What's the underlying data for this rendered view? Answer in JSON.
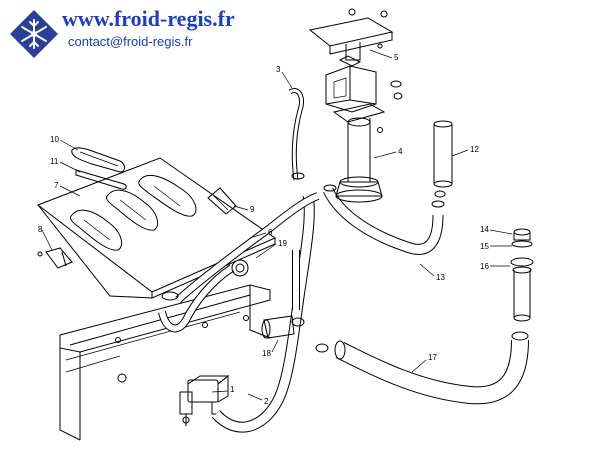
{
  "header": {
    "site_url": "www.froid-regis.fr",
    "contact": "contact@froid-regis.fr"
  },
  "colors": {
    "brand_blue": "#1a3cc8",
    "logo_blue": "#2a3f9a"
  },
  "icons": {
    "logo": "snowflake-diamond-icon"
  },
  "callouts": [
    {
      "id": "c1",
      "label": "1"
    },
    {
      "id": "c2",
      "label": "2"
    },
    {
      "id": "c3",
      "label": "3"
    },
    {
      "id": "c4",
      "label": "4"
    },
    {
      "id": "c5",
      "label": "5"
    },
    {
      "id": "c6",
      "label": "6"
    },
    {
      "id": "c7",
      "label": "7"
    },
    {
      "id": "c8",
      "label": "8"
    },
    {
      "id": "c9",
      "label": "9"
    },
    {
      "id": "c10",
      "label": "10"
    },
    {
      "id": "c11",
      "label": "11"
    },
    {
      "id": "c12",
      "label": "12"
    },
    {
      "id": "c13",
      "label": "13"
    },
    {
      "id": "c14",
      "label": "14"
    },
    {
      "id": "c15",
      "label": "15"
    },
    {
      "id": "c16",
      "label": "16"
    },
    {
      "id": "c17",
      "label": "17"
    },
    {
      "id": "c18",
      "label": "18"
    },
    {
      "id": "c19",
      "label": "19"
    }
  ]
}
